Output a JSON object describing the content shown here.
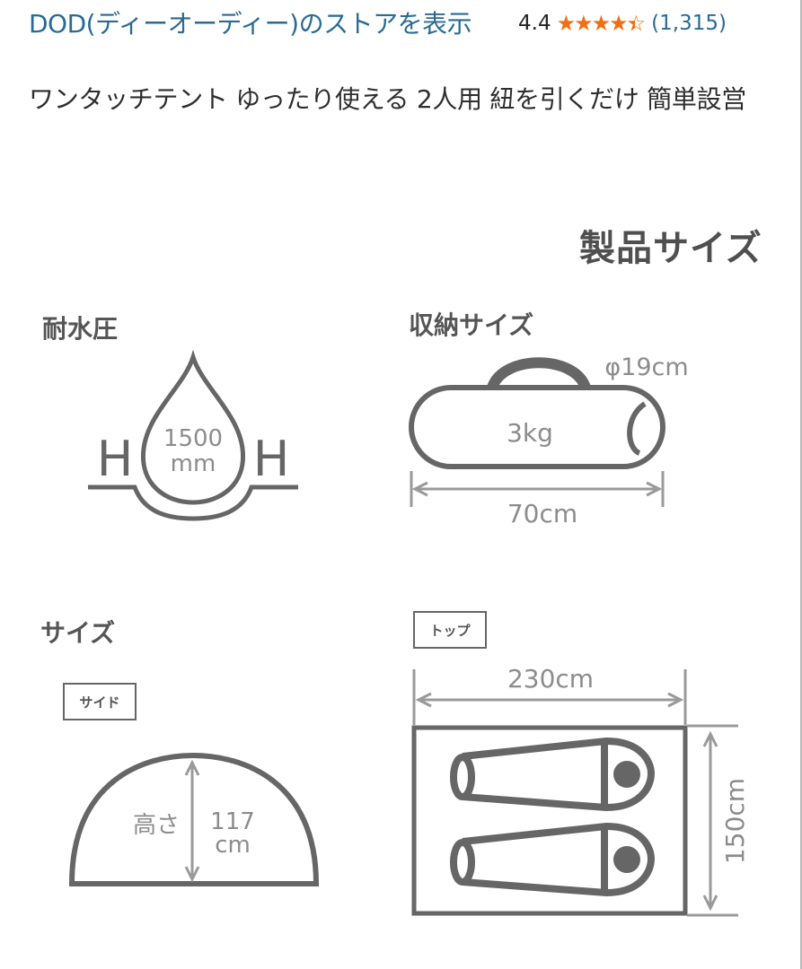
{
  "header": {
    "store_link": "DOD(ディーオーディー)のストアを表示",
    "rating_value": "4.4",
    "rating_stars": 4.5,
    "rating_count": "(1,315)",
    "product_title": "ワンタッチテント ゆったり使える 2人用 紐を引くだけ 簡単設営"
  },
  "figure": {
    "section_title": "製品サイズ",
    "water_pressure": {
      "label": "耐水圧",
      "value": "1500",
      "unit": "mm",
      "h_left": "H",
      "h_right": "H"
    },
    "storage": {
      "label": "収納サイズ",
      "diameter": "φ19cm",
      "weight": "3kg",
      "length": "70cm"
    },
    "size": {
      "label": "サイズ",
      "side_tag": "サイド",
      "height_label": "高さ",
      "height_value": "117",
      "height_unit": "cm",
      "top_tag": "トップ",
      "width": "230cm",
      "depth": "150cm"
    }
  },
  "colors": {
    "link": "#2a6a94",
    "star": "#f46d10",
    "line": "#666666",
    "dim": "#9a9a9a"
  }
}
